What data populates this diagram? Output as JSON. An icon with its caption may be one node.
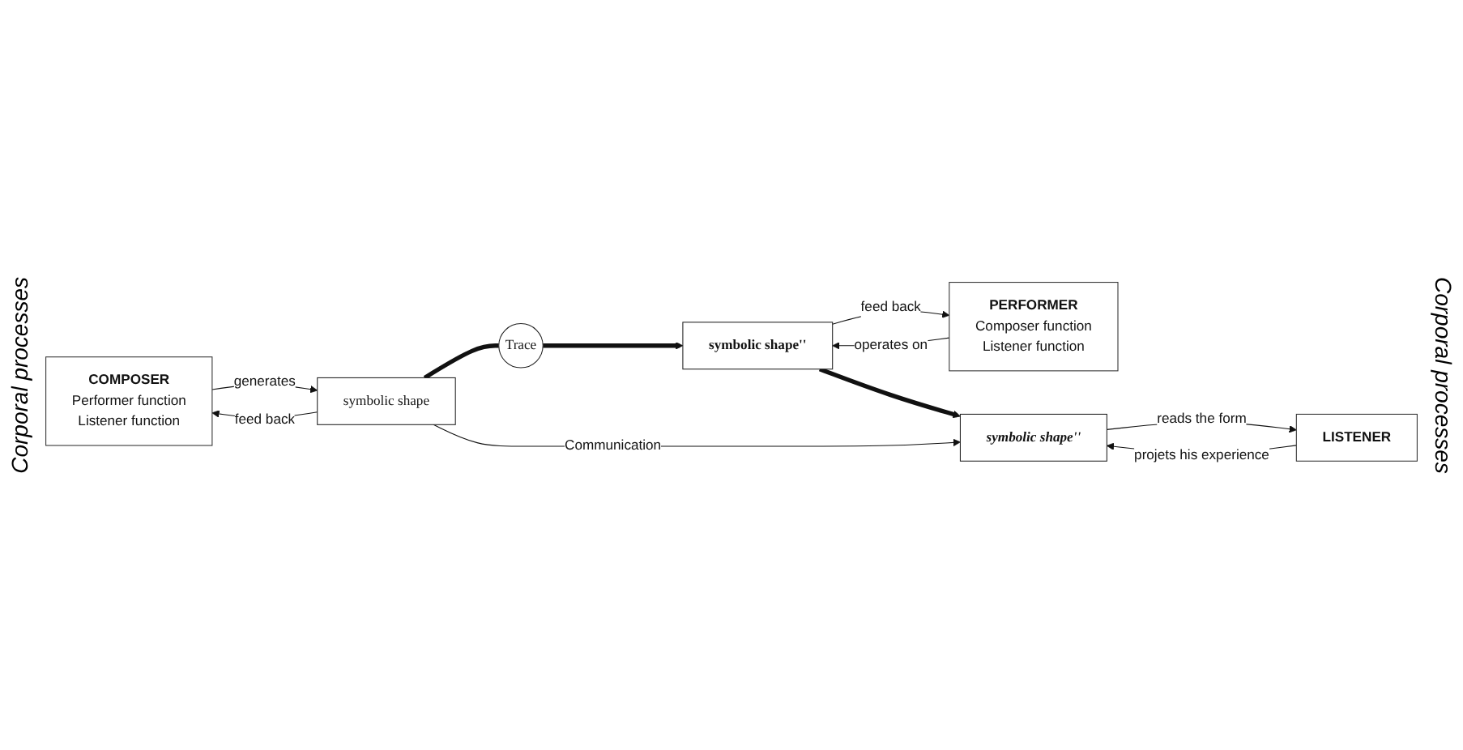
{
  "diagram": {
    "nodes": [
      {
        "text": [
          "COMPOSER",
          "Performer function",
          "Listener function"
        ]
      },
      {
        "text": [
          "symbolic shape"
        ]
      },
      {
        "text": [
          "Trace"
        ]
      },
      {
        "text": [
          "PERFORMER",
          "Composer function",
          "Listener function"
        ]
      },
      {
        "text": [
          "symbolic shape''"
        ]
      },
      {
        "text": [
          "LISTENER"
        ]
      },
      {
        "text": [
          "symbolic shape''"
        ]
      }
    ],
    "edges": [
      {
        "from": 0,
        "to": 1,
        "arrow": "to",
        "label": "generates"
      },
      {
        "from": 1,
        "to": 0,
        "arrow": "to",
        "label": "feed back"
      },
      {
        "from": 1,
        "to": 2,
        "arrow": "none",
        "style": "thick"
      },
      {
        "from": 2,
        "to": 4,
        "arrow": "to",
        "style": "thick"
      },
      {
        "from": 3,
        "to": 4,
        "arrow": "to",
        "label": "operates on"
      },
      {
        "from": 4,
        "to": 3,
        "arrow": "to",
        "label": "feed back"
      },
      {
        "from": 4,
        "to": 6,
        "arrow": "to",
        "style": "thick"
      },
      {
        "from": 5,
        "to": 6,
        "arrow": "to",
        "label": "projets his experience"
      },
      {
        "from": 6,
        "to": 5,
        "arrow": "to",
        "label": "reads the form"
      },
      {
        "from": 1,
        "to": 6,
        "arrow": "to",
        "label": "Communication"
      }
    ],
    "labels": [
      "Corporal processes",
      "Corporal processes"
    ]
  }
}
